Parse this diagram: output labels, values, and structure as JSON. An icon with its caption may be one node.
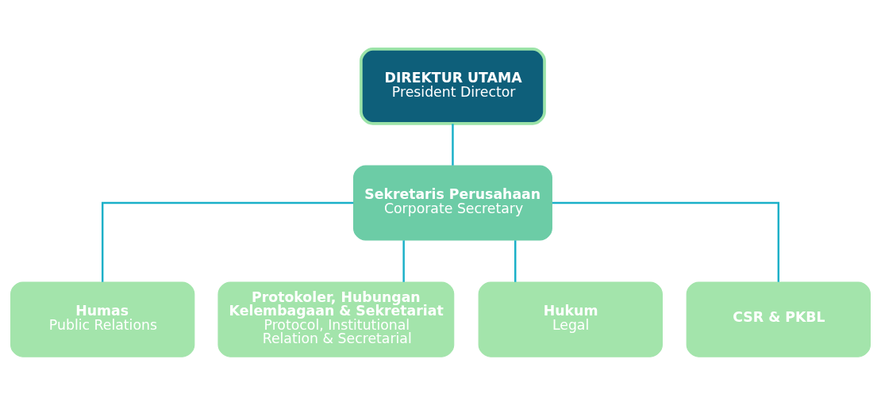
{
  "diagram": {
    "nodes": [
      {
        "text": [
          "DIREKTUR UTAMA",
          "President Director"
        ]
      },
      {
        "text": [
          "Sekretaris Perusahaan",
          "Corporate Secretary"
        ]
      },
      {
        "text": [
          "Humas",
          "Public Relations"
        ]
      },
      {
        "text": [
          "Protokoler, Hubungan Kelembagaan & Sekretariat",
          "Protocol, Institutional Relation & Secretarial"
        ]
      },
      {
        "text": [
          "Hukum",
          "Legal"
        ]
      },
      {
        "text": [
          "CSR & PKBL"
        ]
      }
    ],
    "edges": [
      {
        "from": 0,
        "to": 1,
        "arrow": "none"
      },
      {
        "from": 1,
        "to": 2,
        "arrow": "none"
      },
      {
        "from": 1,
        "to": 3,
        "arrow": "none"
      },
      {
        "from": 1,
        "to": 4,
        "arrow": "none"
      },
      {
        "from": 1,
        "to": 5,
        "arrow": "none"
      }
    ]
  }
}
